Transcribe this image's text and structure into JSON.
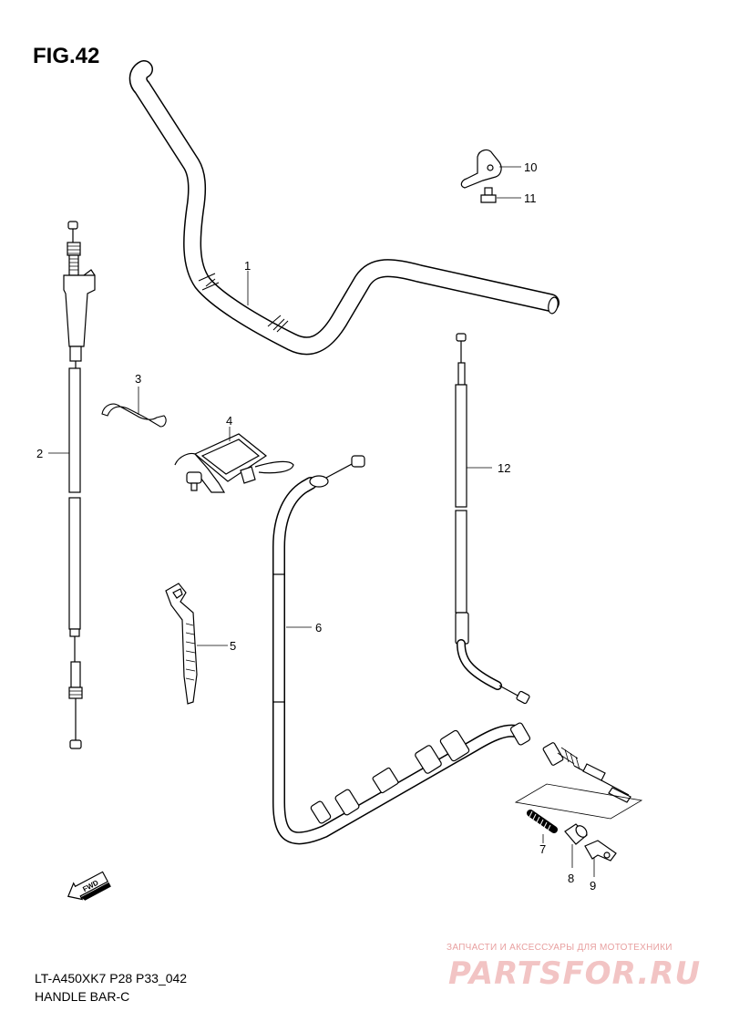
{
  "figure_title": "FIG.42",
  "parts": [
    {
      "label": "1",
      "name": "handlebar"
    },
    {
      "label": "2",
      "name": "throttle-cable"
    },
    {
      "label": "3",
      "name": "wire-clip"
    },
    {
      "label": "4",
      "name": "cable-guide-bracket"
    },
    {
      "label": "5",
      "name": "cable-tie"
    },
    {
      "label": "6",
      "name": "brake-cable"
    },
    {
      "label": "7",
      "name": "spring"
    },
    {
      "label": "8",
      "name": "cable-end-collar"
    },
    {
      "label": "9",
      "name": "cable-end-clip"
    },
    {
      "label": "10",
      "name": "cable-holder"
    },
    {
      "label": "11",
      "name": "bolt"
    },
    {
      "label": "12",
      "name": "choke-cable"
    }
  ],
  "footer": {
    "model_code": "LT-A450XK7 P28 P33_042",
    "section_name": "HANDLE BAR-C"
  },
  "watermark": {
    "tagline": "ЗАПЧАСТИ И АКСЕССУАРЫ ДЛЯ МОТОТЕХНИКИ",
    "brand": "PARTSFOR.RU"
  },
  "icons": {
    "fwd_arrow": "fwd-arrow-icon"
  },
  "colors": {
    "line": "#000000",
    "watermark": "#f2c4c4"
  }
}
